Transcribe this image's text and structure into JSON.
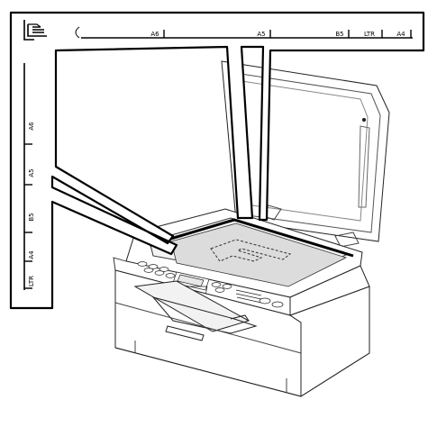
{
  "top_ruler": {
    "icon": "document-placement-icon",
    "marks": [
      "A6",
      "A5",
      "B5",
      "LTR",
      "A4"
    ]
  },
  "side_ruler": {
    "marks": [
      "A6",
      "A5",
      "B5",
      "A4",
      "LTR"
    ]
  },
  "device": {
    "icon": "printer-scanner-icon",
    "document": "document-on-glass"
  }
}
